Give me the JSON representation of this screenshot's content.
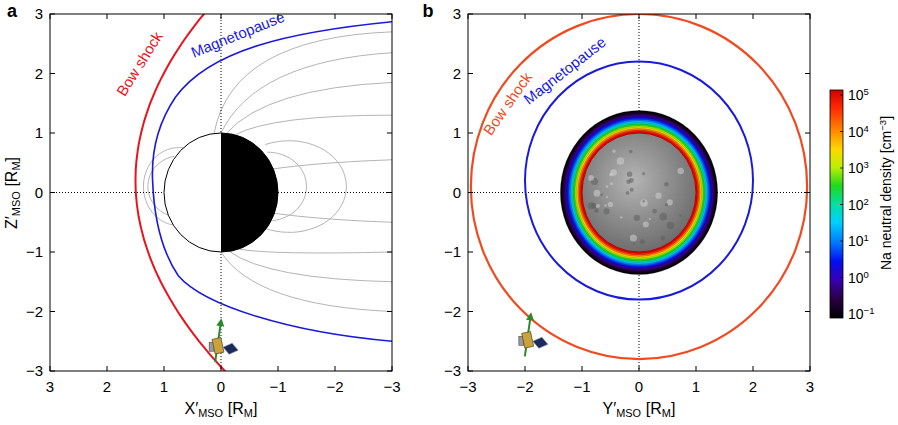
{
  "diagram": {
    "labels": [
      "a",
      "Bow shock",
      "Magnetopause",
      "3",
      "2",
      "1",
      "0",
      "−1",
      "−2",
      "−3",
      "3",
      "2",
      "1",
      "0",
      "−1",
      "−2",
      "−3",
      "Z′",
      "MSO",
      "[R",
      "M",
      "]",
      "X′",
      "MSO",
      "[R",
      "M",
      "]",
      "b",
      "Bow shock",
      "Magnetopause",
      "3",
      "2",
      "1",
      "0",
      "−1",
      "−2",
      "−3",
      "−3",
      "−2",
      "−1",
      "0",
      "1",
      "2",
      "3",
      "Y′",
      "MSO",
      "[R",
      "M",
      "]",
      "10",
      "5",
      "10",
      "4",
      "10",
      "3",
      "10",
      "2",
      "10",
      "1",
      "10",
      "0",
      "10",
      "−1",
      "Na neutral density [cm",
      "−3",
      "]"
    ]
  }
}
